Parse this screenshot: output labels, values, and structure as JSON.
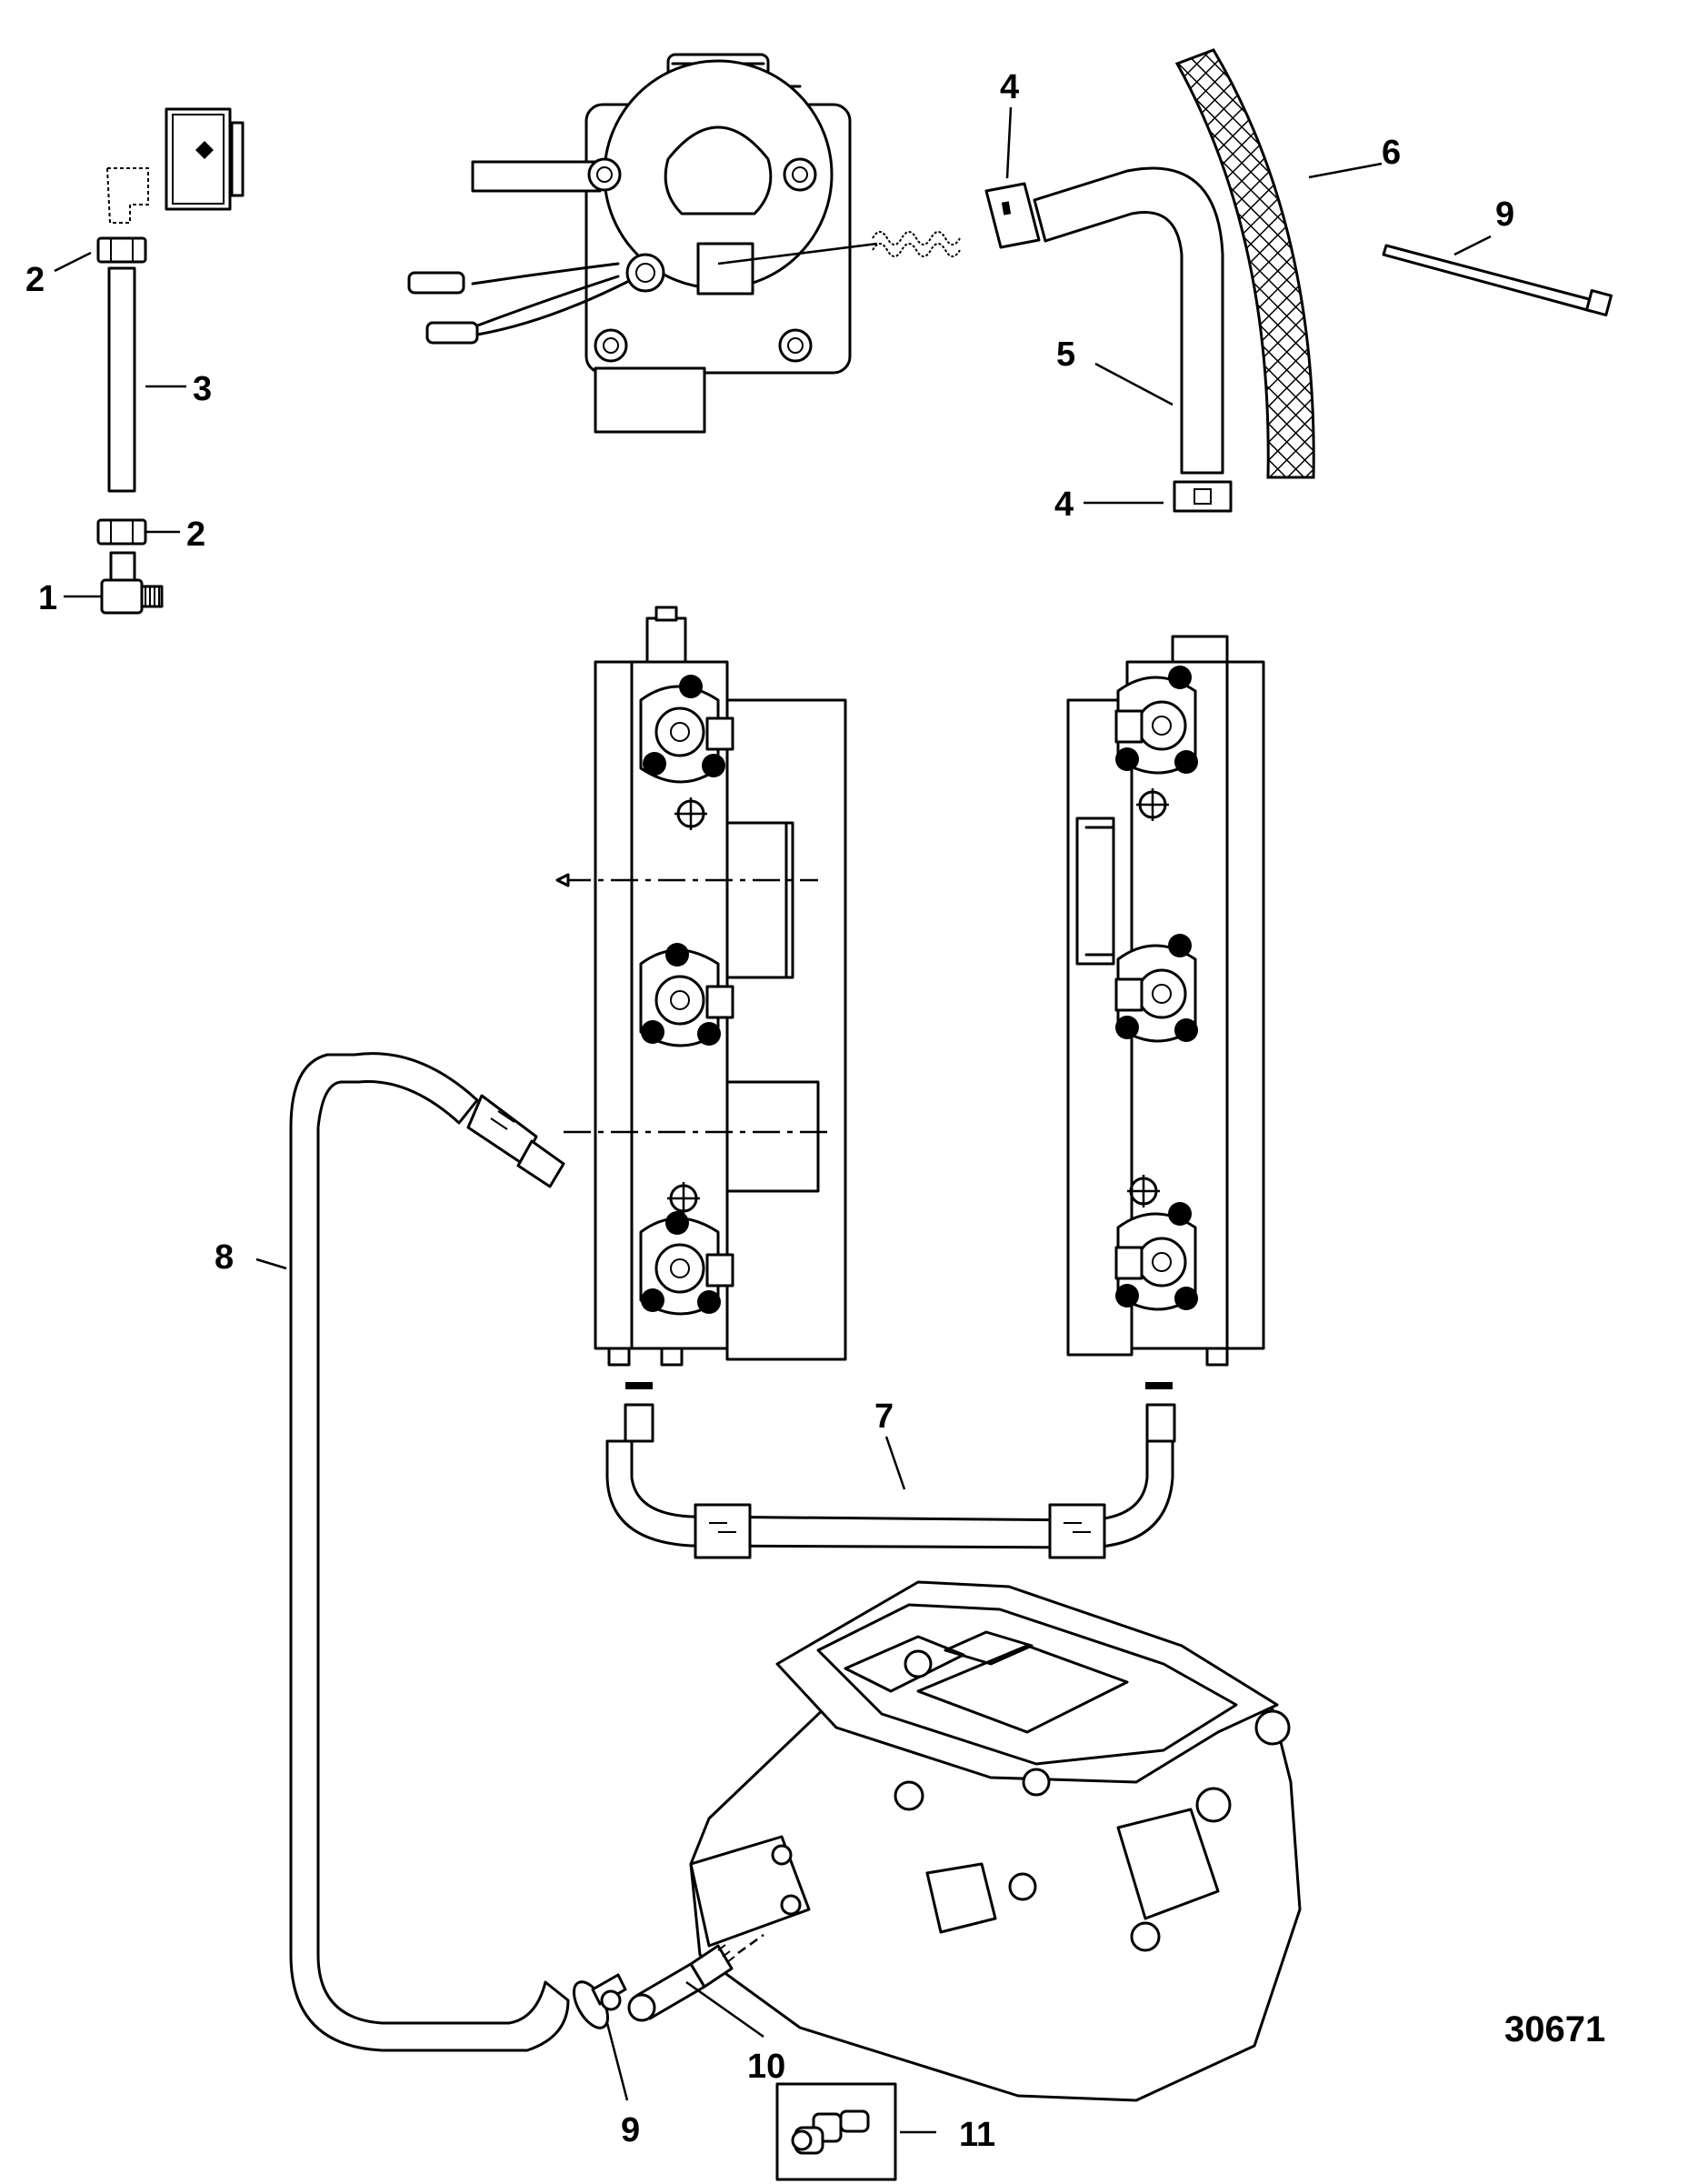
{
  "figure_number": "30671",
  "callouts": [
    {
      "id": "c2a",
      "text": "2"
    },
    {
      "id": "c3",
      "text": "3"
    },
    {
      "id": "c2b",
      "text": "2"
    },
    {
      "id": "c1",
      "text": "1"
    },
    {
      "id": "c4a",
      "text": "4"
    },
    {
      "id": "c6",
      "text": "6"
    },
    {
      "id": "c9a",
      "text": "9"
    },
    {
      "id": "c5",
      "text": "5"
    },
    {
      "id": "c4b",
      "text": "4"
    },
    {
      "id": "c7",
      "text": "7"
    },
    {
      "id": "c8",
      "text": "8"
    },
    {
      "id": "c10",
      "text": "10"
    },
    {
      "id": "c9b",
      "text": "9"
    },
    {
      "id": "c11",
      "text": "11"
    }
  ],
  "components": [
    "tee-fitting",
    "hose-connector",
    "hose",
    "fuel-pump",
    "hose-clamp",
    "elbow-hose",
    "mesh-sleeve",
    "cable-tie",
    "fuel-rail-left",
    "fuel-rail-right",
    "crossover-hose",
    "return-hose",
    "barb-fitting",
    "adapter-plate",
    "elbow-fitting"
  ]
}
